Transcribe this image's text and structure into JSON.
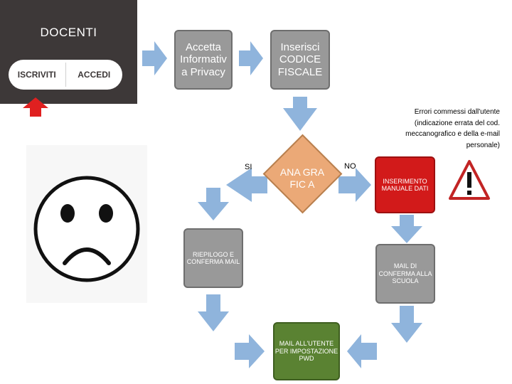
{
  "docenti": {
    "title": "DOCENTI",
    "signup_label": "ISCRIVITI",
    "login_label": "ACCEDI"
  },
  "steps": {
    "privacy": "Accetta Informativ a Privacy",
    "codice": "Inserisci CODICE FISCALE",
    "anagrafica": "ANA GRA FIC A",
    "riepilogo": "RIEPILOGO E CONFERMA MAIL",
    "inserimento": "INSERIMENTO MANUALE DATI",
    "mail_scuola": "MAIL DI CONFERMA ALLA SCUOLA",
    "pwd": "MAIL ALL'UTENTE PER IMPOSTAZIONE PWD"
  },
  "branches": {
    "yes": "SI",
    "no": "NO"
  },
  "error_note": "Errori commessi dall'utente (indicazione errata del cod. meccanografico e della e-mail personale)",
  "icons": [
    "sad-face-icon",
    "warning-icon",
    "arrow-up-icon"
  ],
  "colors": {
    "panel": "#3d3838",
    "gray_box": "#999999",
    "diamond": "#eba977",
    "red_box": "#d21a1a",
    "green_box": "#5a8232",
    "arrow": "#8fb4dc",
    "signup_pointer": "#e02020"
  }
}
